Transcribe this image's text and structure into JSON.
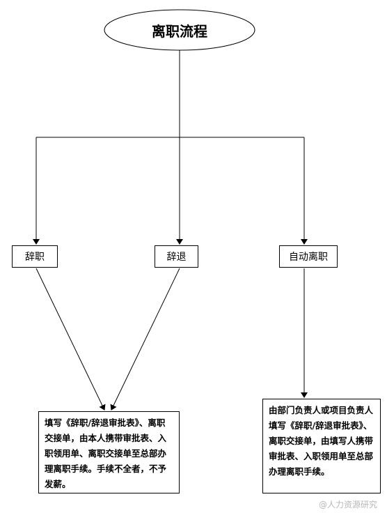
{
  "title": "离职流程",
  "nodes": {
    "resign": "辞职",
    "dismiss": "辞退",
    "auto_leave": "自动离职"
  },
  "notes": {
    "left": "填写《辞职/辞退审批表》、离职交接单，由本人携带审批表、入职领用单、离职交接单至总部办理离职手续。手续不全者，不予发薪。",
    "right": "由部门负责人或项目负责人填写《辞职/辞退审批表》、离职交接单，由填写人携带审批表、入职领用单至总部办理离职手续。"
  },
  "watermark": "@人力资源研究",
  "colors": {
    "line": "#000000",
    "background": "#ffffff"
  }
}
